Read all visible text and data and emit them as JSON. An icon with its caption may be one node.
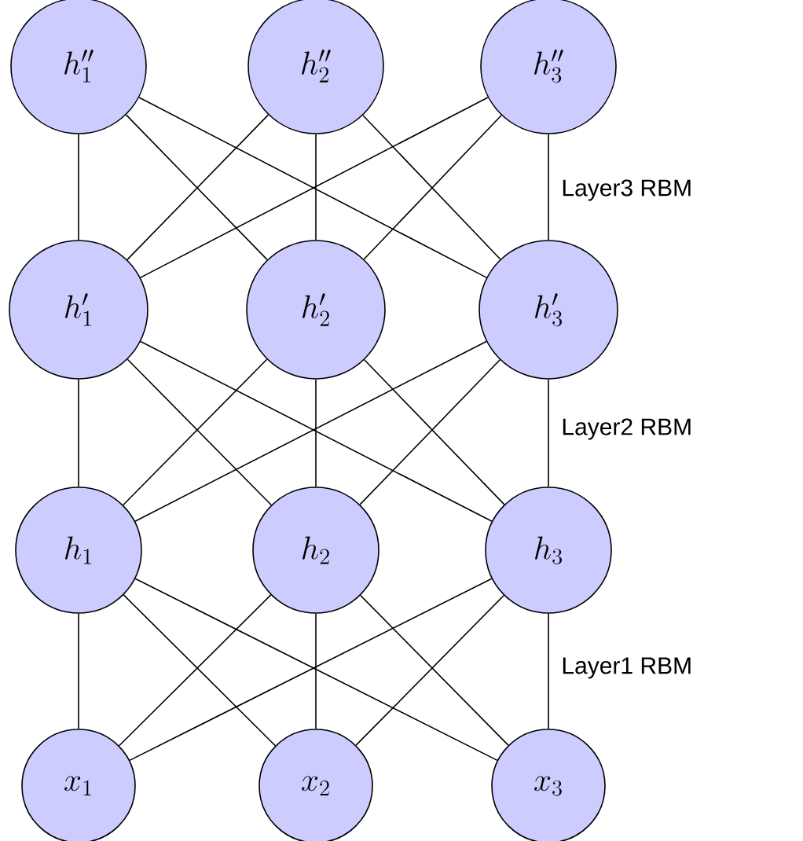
{
  "diagram": {
    "nodes": [
      {
        "text": [
          "h''_1"
        ]
      },
      {
        "text": [
          "h''_2"
        ]
      },
      {
        "text": [
          "h''_3"
        ]
      },
      {
        "text": [
          "h'_1"
        ]
      },
      {
        "text": [
          "h'_2"
        ]
      },
      {
        "text": [
          "h'_3"
        ]
      },
      {
        "text": [
          "h_1"
        ]
      },
      {
        "text": [
          "h_2"
        ]
      },
      {
        "text": [
          "h_3"
        ]
      },
      {
        "text": [
          "x_1"
        ]
      },
      {
        "text": [
          "x_2"
        ]
      },
      {
        "text": [
          "x_3"
        ]
      }
    ],
    "edges": [
      {
        "from": 0,
        "to": 3,
        "arrow": "none"
      },
      {
        "from": 0,
        "to": 4,
        "arrow": "none"
      },
      {
        "from": 0,
        "to": 5,
        "arrow": "none"
      },
      {
        "from": 1,
        "to": 3,
        "arrow": "none"
      },
      {
        "from": 1,
        "to": 4,
        "arrow": "none"
      },
      {
        "from": 1,
        "to": 5,
        "arrow": "none"
      },
      {
        "from": 2,
        "to": 3,
        "arrow": "none"
      },
      {
        "from": 2,
        "to": 4,
        "arrow": "none"
      },
      {
        "from": 2,
        "to": 5,
        "arrow": "none"
      },
      {
        "from": 3,
        "to": 6,
        "arrow": "none"
      },
      {
        "from": 3,
        "to": 7,
        "arrow": "none"
      },
      {
        "from": 3,
        "to": 8,
        "arrow": "none"
      },
      {
        "from": 4,
        "to": 6,
        "arrow": "none"
      },
      {
        "from": 4,
        "to": 7,
        "arrow": "none"
      },
      {
        "from": 4,
        "to": 8,
        "arrow": "none"
      },
      {
        "from": 5,
        "to": 6,
        "arrow": "none"
      },
      {
        "from": 5,
        "to": 7,
        "arrow": "none"
      },
      {
        "from": 5,
        "to": 8,
        "arrow": "none"
      },
      {
        "from": 6,
        "to": 9,
        "arrow": "none"
      },
      {
        "from": 6,
        "to": 10,
        "arrow": "none"
      },
      {
        "from": 6,
        "to": 11,
        "arrow": "none"
      },
      {
        "from": 7,
        "to": 9,
        "arrow": "none"
      },
      {
        "from": 7,
        "to": 10,
        "arrow": "none"
      },
      {
        "from": 7,
        "to": 11,
        "arrow": "none"
      },
      {
        "from": 8,
        "to": 9,
        "arrow": "none"
      },
      {
        "from": 8,
        "to": 10,
        "arrow": "none"
      },
      {
        "from": 8,
        "to": 11,
        "arrow": "none"
      }
    ],
    "labels": [
      "Layer3 RBM",
      "Layer2 RBM",
      "Layer1 RBM"
    ]
  }
}
